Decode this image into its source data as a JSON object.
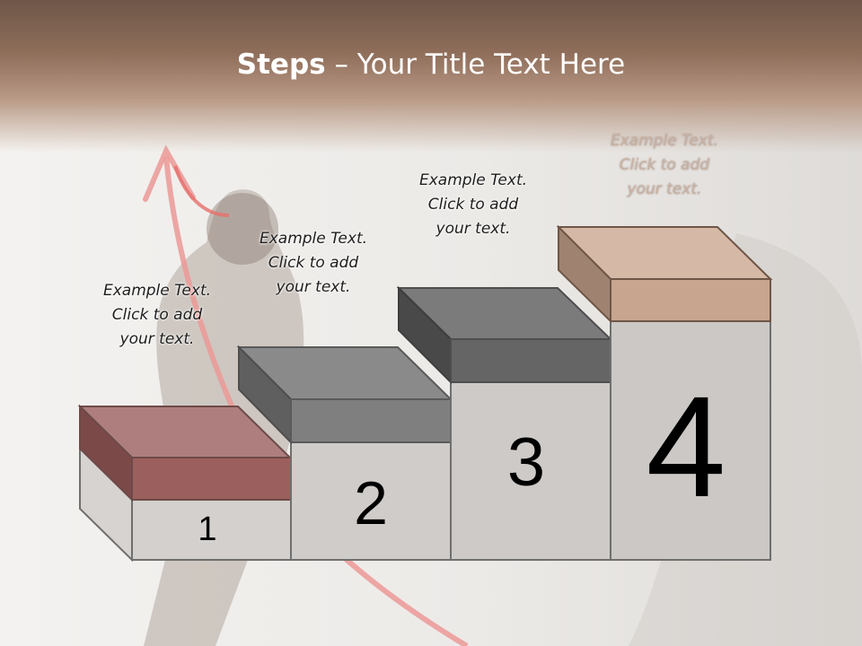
{
  "title": {
    "bold": "Steps",
    "rest": " – Your Title Text Here"
  },
  "steps": [
    {
      "number": "1",
      "line1": "Example Text.",
      "line2": "Click  to add",
      "line3": "your text."
    },
    {
      "number": "2",
      "line1": "Example Text.",
      "line2": "Click  to add",
      "line3": "your text."
    },
    {
      "number": "3",
      "line1": "Example Text.",
      "line2": "Click  to add",
      "line3": "your text."
    },
    {
      "number": "4",
      "line1": "Example Text.",
      "line2": "Click  to add",
      "line3": "your text."
    }
  ],
  "colors": {
    "step1": "#9b5f5d",
    "step2": "#7f7f7f",
    "step3": "#656565",
    "step4": "#c7a58f",
    "arrow": "#e88f8c"
  }
}
